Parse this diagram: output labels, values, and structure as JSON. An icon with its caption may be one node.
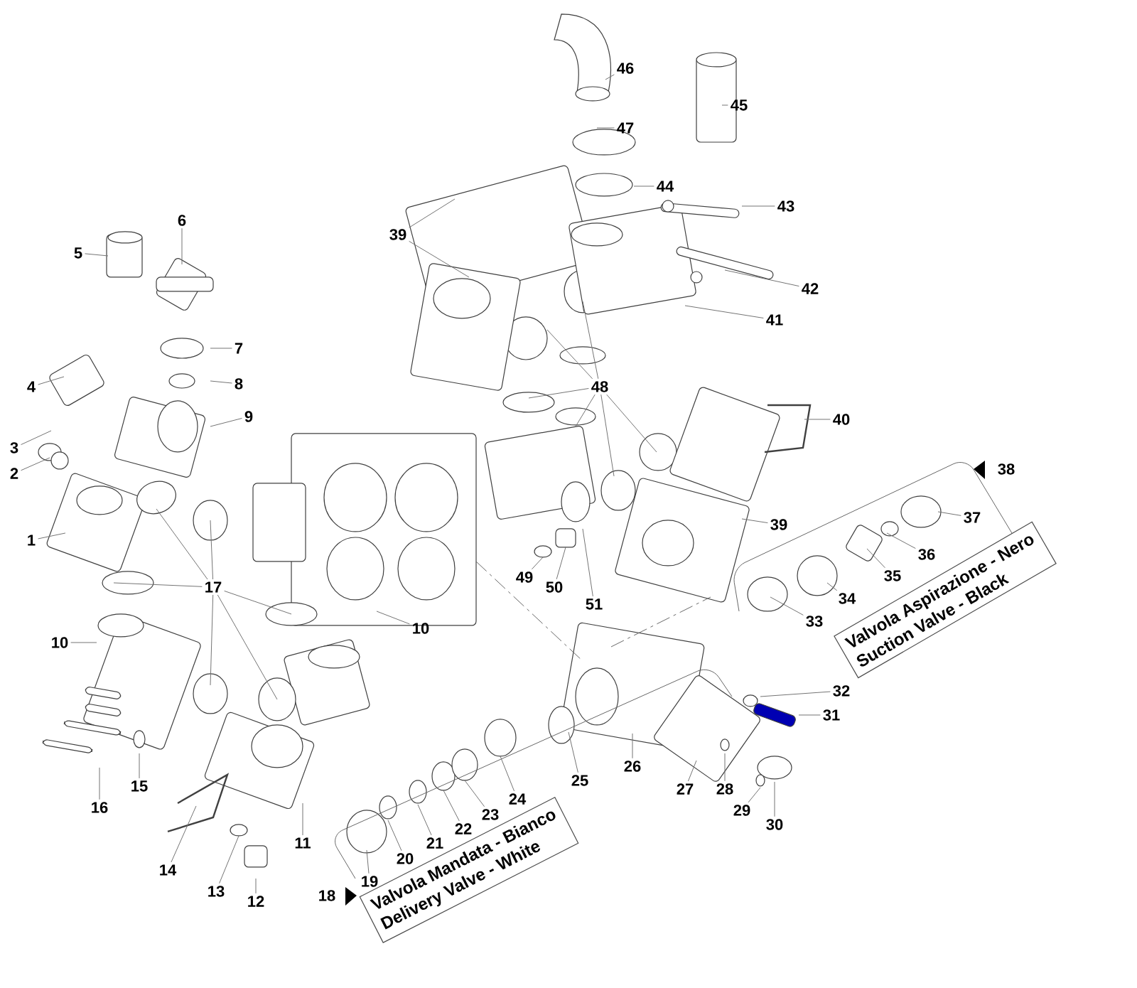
{
  "diagram": {
    "nodes": [
      {
        "text": [
          "1"
        ]
      },
      {
        "text": [
          "2"
        ]
      },
      {
        "text": [
          "3"
        ]
      },
      {
        "text": [
          "4"
        ]
      },
      {
        "text": [
          "5"
        ]
      },
      {
        "text": [
          "6"
        ]
      },
      {
        "text": [
          "7"
        ]
      },
      {
        "text": [
          "8"
        ]
      },
      {
        "text": [
          "9"
        ]
      },
      {
        "text": [
          "10"
        ]
      },
      {
        "text": [
          "10"
        ]
      },
      {
        "text": [
          "11"
        ]
      },
      {
        "text": [
          "12"
        ]
      },
      {
        "text": [
          "13"
        ]
      },
      {
        "text": [
          "14"
        ]
      },
      {
        "text": [
          "15"
        ]
      },
      {
        "text": [
          "16"
        ]
      },
      {
        "text": [
          "17"
        ]
      },
      {
        "text": [
          "19"
        ]
      },
      {
        "text": [
          "20"
        ]
      },
      {
        "text": [
          "21"
        ]
      },
      {
        "text": [
          "22"
        ]
      },
      {
        "text": [
          "23"
        ]
      },
      {
        "text": [
          "24"
        ]
      },
      {
        "text": [
          "25"
        ]
      },
      {
        "text": [
          "26"
        ]
      },
      {
        "text": [
          "27"
        ]
      },
      {
        "text": [
          "28"
        ]
      },
      {
        "text": [
          "29"
        ]
      },
      {
        "text": [
          "30"
        ]
      },
      {
        "text": [
          "31"
        ]
      },
      {
        "text": [
          "32"
        ]
      },
      {
        "text": [
          "33"
        ]
      },
      {
        "text": [
          "34"
        ]
      },
      {
        "text": [
          "35"
        ]
      },
      {
        "text": [
          "36"
        ]
      },
      {
        "text": [
          "37"
        ]
      },
      {
        "text": [
          "39"
        ]
      },
      {
        "text": [
          "39"
        ]
      },
      {
        "text": [
          "40"
        ]
      },
      {
        "text": [
          "41"
        ]
      },
      {
        "text": [
          "42"
        ]
      },
      {
        "text": [
          "43"
        ]
      },
      {
        "text": [
          "44"
        ]
      },
      {
        "text": [
          "45"
        ]
      },
      {
        "text": [
          "46"
        ]
      },
      {
        "text": [
          "47"
        ]
      },
      {
        "text": [
          "48"
        ]
      },
      {
        "text": [
          "49"
        ]
      },
      {
        "text": [
          "50"
        ]
      },
      {
        "text": [
          "51"
        ]
      },
      {
        "text": [
          "Valvola Mandata - Bianco",
          "Delivery Valve - White"
        ]
      },
      {
        "text": [
          "Valvola Aspirazione - Nero",
          "Suction Valve - Black"
        ]
      }
    ],
    "edges": [
      {
        "from": 0,
        "to": null,
        "arrow": "none"
      },
      {
        "from": 1,
        "to": null,
        "arrow": "none"
      },
      {
        "from": 2,
        "to": null,
        "arrow": "none"
      },
      {
        "from": 3,
        "to": null,
        "arrow": "none"
      },
      {
        "from": 4,
        "to": null,
        "arrow": "none"
      },
      {
        "from": 5,
        "to": null,
        "arrow": "none"
      },
      {
        "from": 6,
        "to": null,
        "arrow": "none"
      },
      {
        "from": 7,
        "to": null,
        "arrow": "none"
      },
      {
        "from": 8,
        "to": null,
        "arrow": "none"
      },
      {
        "from": 9,
        "to": null,
        "arrow": "none"
      },
      {
        "from": 10,
        "to": null,
        "arrow": "none"
      },
      {
        "from": 11,
        "to": null,
        "arrow": "none"
      },
      {
        "from": 12,
        "to": null,
        "arrow": "none"
      },
      {
        "from": 13,
        "to": null,
        "arrow": "none"
      },
      {
        "from": 14,
        "to": null,
        "arrow": "none"
      },
      {
        "from": 15,
        "to": null,
        "arrow": "none"
      },
      {
        "from": 16,
        "to": null,
        "arrow": "none"
      },
      {
        "from": 17,
        "to": null,
        "arrow": "none"
      },
      {
        "from": 17,
        "to": null,
        "arrow": "none"
      },
      {
        "from": 17,
        "to": null,
        "arrow": "none"
      },
      {
        "from": 17,
        "to": null,
        "arrow": "none"
      },
      {
        "from": 17,
        "to": null,
        "arrow": "none"
      },
      {
        "from": 17,
        "to": null,
        "arrow": "none"
      },
      {
        "from": 18,
        "to": null,
        "arrow": "none"
      },
      {
        "from": 19,
        "to": null,
        "arrow": "none"
      },
      {
        "from": 20,
        "to": null,
        "arrow": "none"
      },
      {
        "from": 21,
        "to": null,
        "arrow": "none"
      },
      {
        "from": 22,
        "to": null,
        "arrow": "none"
      },
      {
        "from": 23,
        "to": null,
        "arrow": "none"
      },
      {
        "from": 24,
        "to": null,
        "arrow": "none"
      },
      {
        "from": 25,
        "to": null,
        "arrow": "none"
      },
      {
        "from": 26,
        "to": null,
        "arrow": "none"
      },
      {
        "from": 27,
        "to": null,
        "arrow": "none"
      },
      {
        "from": 28,
        "to": null,
        "arrow": "none"
      },
      {
        "from": 29,
        "to": null,
        "arrow": "none"
      },
      {
        "from": 30,
        "to": null,
        "arrow": "none"
      },
      {
        "from": 31,
        "to": null,
        "arrow": "none"
      },
      {
        "from": 32,
        "to": null,
        "arrow": "none"
      },
      {
        "from": 33,
        "to": null,
        "arrow": "none"
      },
      {
        "from": 34,
        "to": null,
        "arrow": "none"
      },
      {
        "from": 35,
        "to": null,
        "arrow": "none"
      },
      {
        "from": 36,
        "to": null,
        "arrow": "none"
      },
      {
        "from": 37,
        "to": null,
        "arrow": "none"
      },
      {
        "from": 37,
        "to": null,
        "arrow": "none"
      },
      {
        "from": 38,
        "to": null,
        "arrow": "none"
      },
      {
        "from": 39,
        "to": null,
        "arrow": "none"
      },
      {
        "from": 40,
        "to": null,
        "arrow": "none"
      },
      {
        "from": 41,
        "to": null,
        "arrow": "none"
      },
      {
        "from": 42,
        "to": null,
        "arrow": "none"
      },
      {
        "from": 43,
        "to": null,
        "arrow": "none"
      },
      {
        "from": 44,
        "to": null,
        "arrow": "none"
      },
      {
        "from": 45,
        "to": null,
        "arrow": "none"
      },
      {
        "from": 46,
        "to": null,
        "arrow": "none"
      },
      {
        "from": 47,
        "to": null,
        "arrow": "none"
      },
      {
        "from": 47,
        "to": null,
        "arrow": "none"
      },
      {
        "from": 47,
        "to": null,
        "arrow": "none"
      },
      {
        "from": 47,
        "to": null,
        "arrow": "none"
      },
      {
        "from": 47,
        "to": null,
        "arrow": "none"
      },
      {
        "from": 47,
        "to": null,
        "arrow": "none"
      },
      {
        "from": 48,
        "to": null,
        "arrow": "none"
      },
      {
        "from": 49,
        "to": null,
        "arrow": "none"
      },
      {
        "from": 50,
        "to": null,
        "arrow": "none"
      }
    ],
    "labels": [
      "18",
      "38"
    ]
  }
}
